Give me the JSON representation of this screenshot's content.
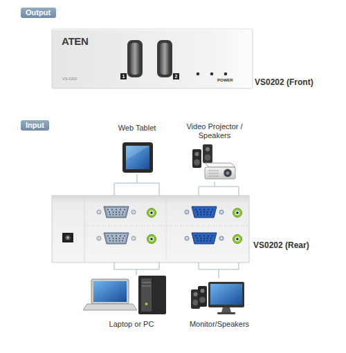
{
  "diagram": {
    "nodes": [
      {
        "text": [
          "Output"
        ]
      },
      {
        "text": [
          "ATEN",
          "VS-0202",
          "1",
          "2",
          "POWER",
          "VS0202 (Front)"
        ]
      },
      {
        "text": [
          "Input"
        ]
      },
      {
        "text": [
          "Web Tablet"
        ]
      },
      {
        "text": [
          "Video Projector / Speakers"
        ]
      },
      {
        "text": [
          "VS0202 (Rear)"
        ]
      },
      {
        "text": [
          "Laptop or PC"
        ]
      },
      {
        "text": [
          "Monitor/Speakers"
        ]
      }
    ],
    "edges": [
      {
        "from": 3,
        "to": 5,
        "arrow": "none"
      },
      {
        "from": 4,
        "to": 5,
        "arrow": "none"
      },
      {
        "from": 5,
        "to": 6,
        "arrow": "none"
      },
      {
        "from": 5,
        "to": 7,
        "arrow": "none"
      }
    ]
  }
}
